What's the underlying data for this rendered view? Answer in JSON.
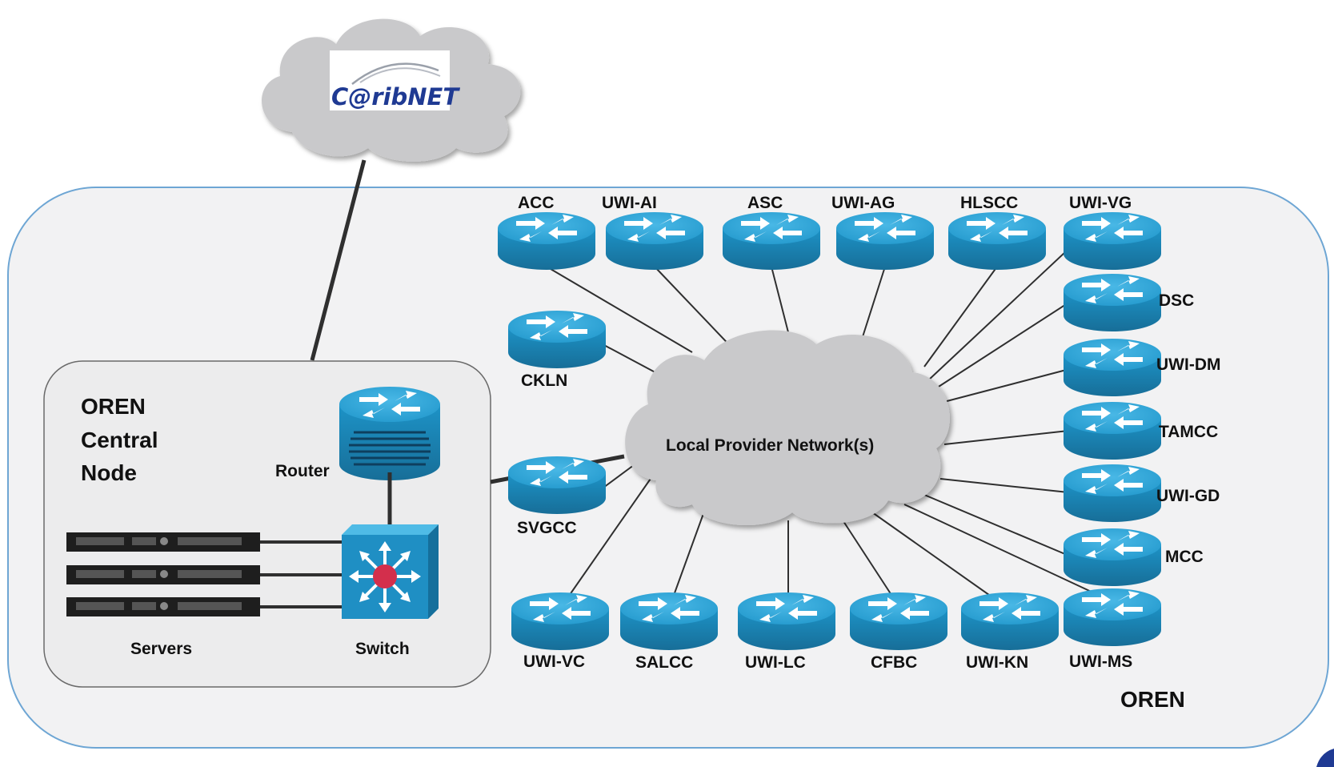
{
  "oren": {
    "label": "OREN"
  },
  "internet": {
    "logo_text": "C@ribNET"
  },
  "central_node": {
    "title_lines": [
      "OREN",
      "Central",
      "Node"
    ],
    "router_label": "Router",
    "switch_label": "Switch",
    "servers_label": "Servers"
  },
  "provider": {
    "label": "Local Provider Network(s)"
  },
  "sites": [
    {
      "label": "ACC"
    },
    {
      "label": "UWI-AI"
    },
    {
      "label": "ASC"
    },
    {
      "label": "UWI-AG"
    },
    {
      "label": "HLSCC"
    },
    {
      "label": "UWI-VG"
    },
    {
      "label": "DSC"
    },
    {
      "label": "UWI-DM"
    },
    {
      "label": "TAMCC"
    },
    {
      "label": "UWI-GD"
    },
    {
      "label": "MCC"
    },
    {
      "label": "UWI-MS"
    },
    {
      "label": "UWI-KN"
    },
    {
      "label": "CFBC"
    },
    {
      "label": "UWI-LC"
    },
    {
      "label": "SALCC"
    },
    {
      "label": "UWI-VC"
    },
    {
      "label": "SVGCC"
    },
    {
      "label": "CKLN"
    }
  ],
  "colors": {
    "router_top": "#2fa5d6",
    "router_side": "#1b8bbd",
    "cloud": "#c9c9cb",
    "region_border": "#6ea6d4",
    "region_fill": "#f2f2f3",
    "node_fill": "#ececed",
    "link": "#2f2f2f",
    "switch_center": "#d32f4c"
  }
}
